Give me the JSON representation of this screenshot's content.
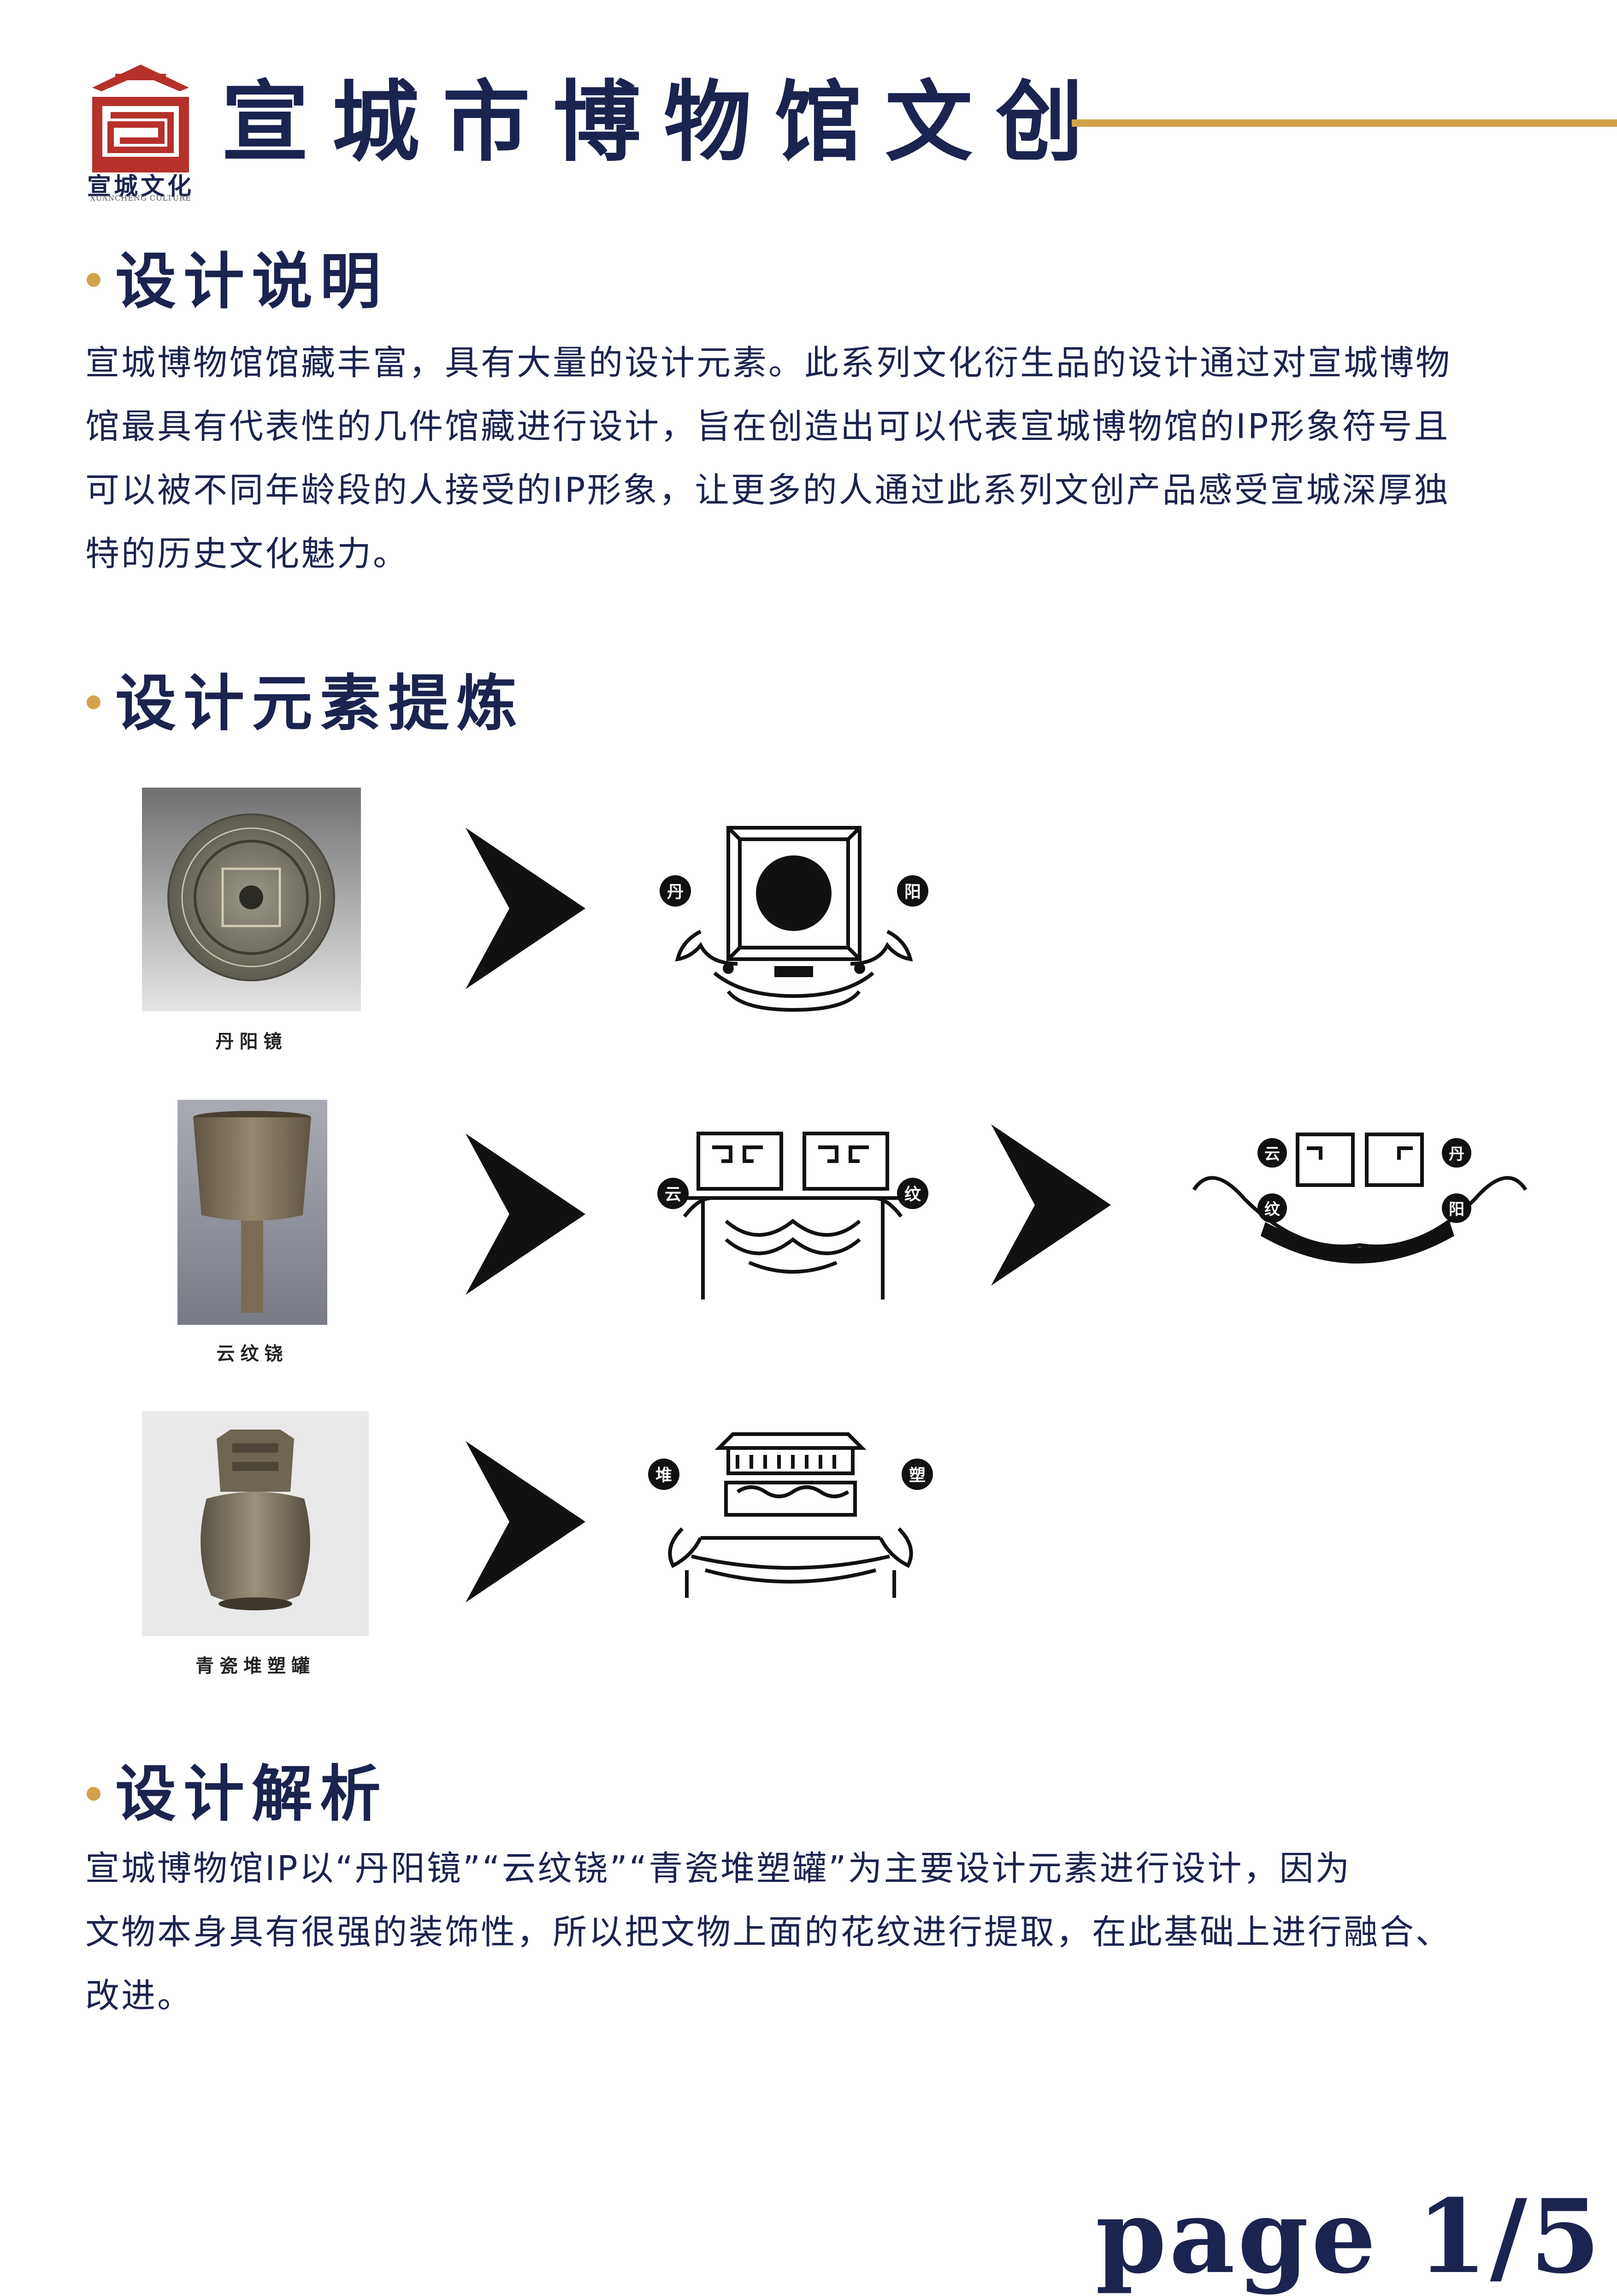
{
  "header": {
    "title": "宣城市博物馆文创",
    "logo_text": "宣城文化",
    "logo_subtext": "XUANCHENG CULTURE"
  },
  "colors": {
    "navy": "#1b2350",
    "gold": "#d2a24b",
    "logo_red": "#b5312a"
  },
  "section1": {
    "title": "设计说明",
    "lines": [
      "宣城博物馆馆藏丰富，具有大量的设计元素。此系列文化衍生品的设计通过对宣城博物",
      "馆最具有代表性的几件馆藏进行设计，旨在创造出可以代表宣城博物馆的IP形象符号且",
      "可以被不同年龄段的人接受的IP形象，让更多的人通过此系列文创产品感受宣城深厚独",
      "特的历史文化魅力。"
    ]
  },
  "section2": {
    "title": "设计元素提炼",
    "items": [
      {
        "caption": "丹阳镜",
        "badges": [
          "丹",
          "阳"
        ]
      },
      {
        "caption": "云纹铙",
        "badges": [
          "云",
          "纹"
        ],
        "combined_badges": [
          "云",
          "纹",
          "丹",
          "阳"
        ]
      },
      {
        "caption": "青瓷堆塑罐",
        "badges": [
          "堆",
          "塑"
        ]
      }
    ]
  },
  "section3": {
    "title": "设计解析",
    "lines": [
      "宣城博物馆IP以“丹阳镜”“云纹铙”“青瓷堆塑罐”为主要设计元素进行设计，因为",
      "文物本身具有很强的装饰性，所以把文物上面的花纹进行提取，在此基础上进行融合、",
      "改进。"
    ]
  },
  "footer": {
    "page": "page 1/5"
  }
}
